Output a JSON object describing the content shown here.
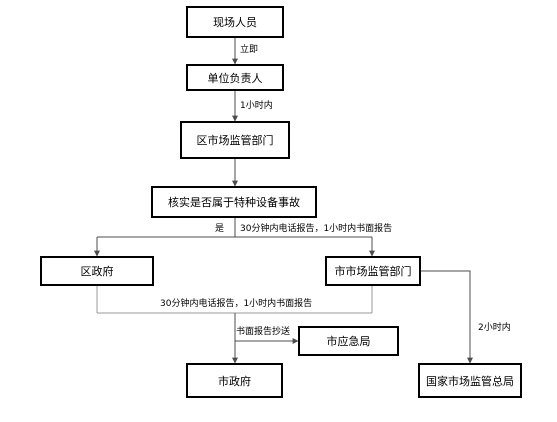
{
  "nodes": {
    "onsite_staff": "现场人员",
    "unit_head": "单位负责人",
    "district_market_dept": "区市场监管部门",
    "verify_accident": "核实是否属于特种设备事故",
    "district_gov": "区政府",
    "city_market_dept": "市市场监管部门",
    "city_emergency": "市应急局",
    "city_gov": "市政府",
    "national_market_admin": "国家市场监管总局"
  },
  "edge_labels": {
    "immediately": "立即",
    "within_1_hour": "1小时内",
    "yes": "是",
    "report_to_city_dept": "30分钟内电话报告，1小时内书面报告",
    "report_to_city_gov": "30分钟内电话报告，1小时内书面报告",
    "written_copy": "书面报告抄送",
    "within_2_hours": "2小时内"
  },
  "colors": {
    "box_border": "#000000",
    "flow_line": "#4d4d4d",
    "merge_line": "#9a9a9a"
  }
}
